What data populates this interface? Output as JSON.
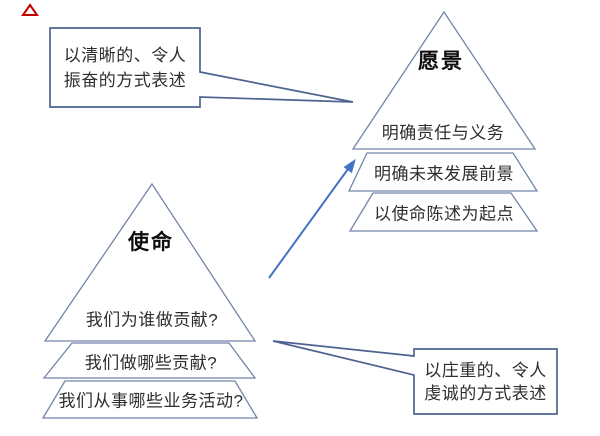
{
  "diagram": {
    "vision": {
      "title": "愿景",
      "levels": [
        "明确责任与义务",
        "明确未来发展前景",
        "以使命陈述为起点"
      ]
    },
    "mission": {
      "title": "使命",
      "levels": [
        "我们为谁做贡献?",
        "我们做哪些贡献?",
        "我们从事哪些业务活动?"
      ]
    },
    "callout_vision": {
      "line1": "以清晰的、令人",
      "line2": "振奋的方式表述"
    },
    "callout_mission": {
      "line1": "以庄重的、令人",
      "line2": "虔诚的方式表述"
    }
  },
  "colors": {
    "pyramid_outline": "#7384ab",
    "callout_outline": "#4f6391",
    "arrow": "#4472c4",
    "corner_mark": "#c00000",
    "text": "#2f2f2f",
    "background": "#ffffff"
  }
}
